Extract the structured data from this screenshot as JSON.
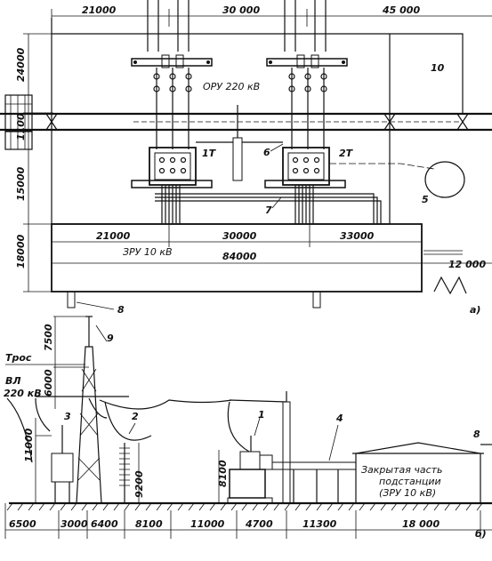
{
  "plan": {
    "top_dims": [
      "21000",
      "30 000",
      "45 000"
    ],
    "left_dims": [
      "24000",
      "1100",
      "15000",
      "18000"
    ],
    "label_oru": "ОРУ 220 кВ",
    "label_10": "10",
    "label_1T": "1Т",
    "label_2T": "2Т",
    "label_6": "6",
    "label_5": "5",
    "label_7": "7",
    "zru_dims": [
      "21000",
      "30000",
      "33000"
    ],
    "label_zru": "ЗРУ 10 кВ",
    "total_dim": "84000",
    "right_dim": "12 000",
    "label_8": "8",
    "label_a": "а)"
  },
  "section": {
    "label_9": "9",
    "dim_7500": "7500",
    "label_tros": "Трос",
    "dim_6000": "6000",
    "label_vl": "ВЛ",
    "label_vl_kv": "220 кВ",
    "label_3": "3",
    "dim_11000": "11000",
    "label_2": "2",
    "dim_9200": "9200",
    "label_1": "1",
    "dim_8100": "8100",
    "label_4": "4",
    "label_8": "8",
    "building_text": [
      "Закрытая часть",
      "подстанции",
      "(ЗРУ 10 кВ)"
    ],
    "bottom_dims": [
      "6500",
      "3000",
      "6400",
      "8100",
      "11000",
      "4700",
      "11300",
      "18 000"
    ],
    "label_b": "б)"
  }
}
